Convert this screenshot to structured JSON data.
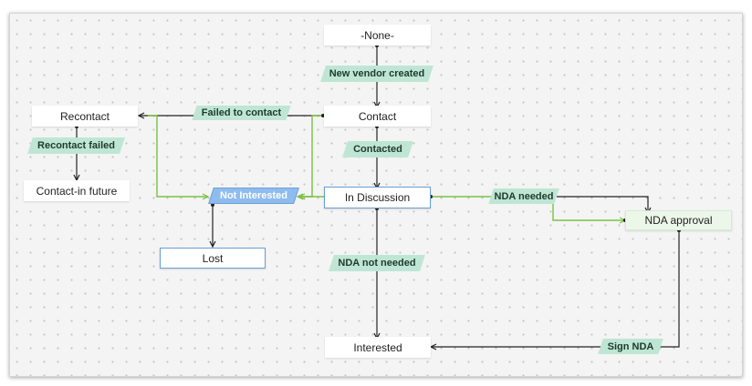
{
  "diagram": {
    "nodes": {
      "none": "-None-",
      "contact": "Contact",
      "recontact": "Recontact",
      "contact_future": "Contact-in future",
      "in_discussion": "In Discussion",
      "lost": "Lost",
      "nda_approval": "NDA approval",
      "interested": "Interested"
    },
    "transitions": {
      "new_vendor_created": "New vendor created",
      "failed_to_contact": "Failed to contact",
      "contacted": "Contacted",
      "recontact_failed": "Recontact failed",
      "not_interested": "Not Interested",
      "nda_needed": "NDA needed",
      "nda_not_needed": "NDA not needed",
      "sign_nda": "Sign NDA"
    },
    "colors": {
      "edge": "#222222",
      "edge_green": "#7ac143",
      "transition_fill": "#bfe6d5",
      "transition_selected_fill": "#8fbcef",
      "node_selected_border": "#6a9fd4"
    }
  }
}
